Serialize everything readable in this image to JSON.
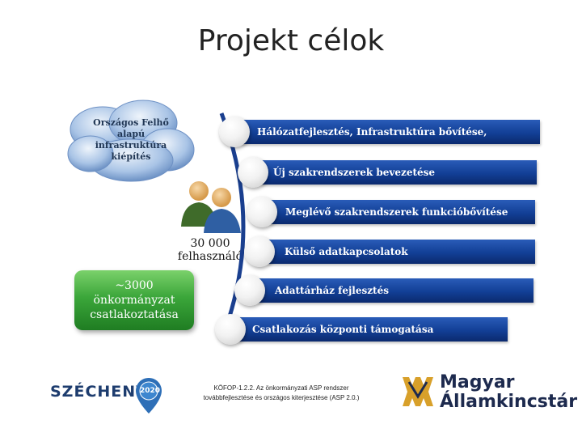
{
  "title": "Projekt célok",
  "cloud": {
    "label": "Országos Felhő alapú infrastruktúra kiépítés"
  },
  "users": {
    "count": "30 000",
    "label": "felhasználó"
  },
  "municipalities": {
    "line1": "~3000",
    "line2": "önkormányzat",
    "line3": "csatlakoztatása"
  },
  "goals": [
    "Hálózatfejlesztés, Infrastruktúra bővítése,",
    "Új szakrendszerek bevezetése",
    "Meglévő szakrendszerek funkcióbővítése",
    "Külső adatkapcsolatok",
    "Adattárház fejlesztés",
    "Csatlakozás központi támogatása"
  ],
  "footer": {
    "program_name": "SZÉCHENYI",
    "program_year": "2020",
    "caption_line1": "KÖFOP-1.2.2. Az önkormányzati ASP rendszer",
    "caption_line2": "továbbfejlesztése és országos kiterjesztése (ASP 2.0.)",
    "org_line1": "Magyar",
    "org_line2": "Államkincstár"
  },
  "colors": {
    "bar_blue": "#123f96",
    "green": "#3ba63a",
    "cloud_blue": "#7fa6d3",
    "navy": "#1d2a4e"
  }
}
